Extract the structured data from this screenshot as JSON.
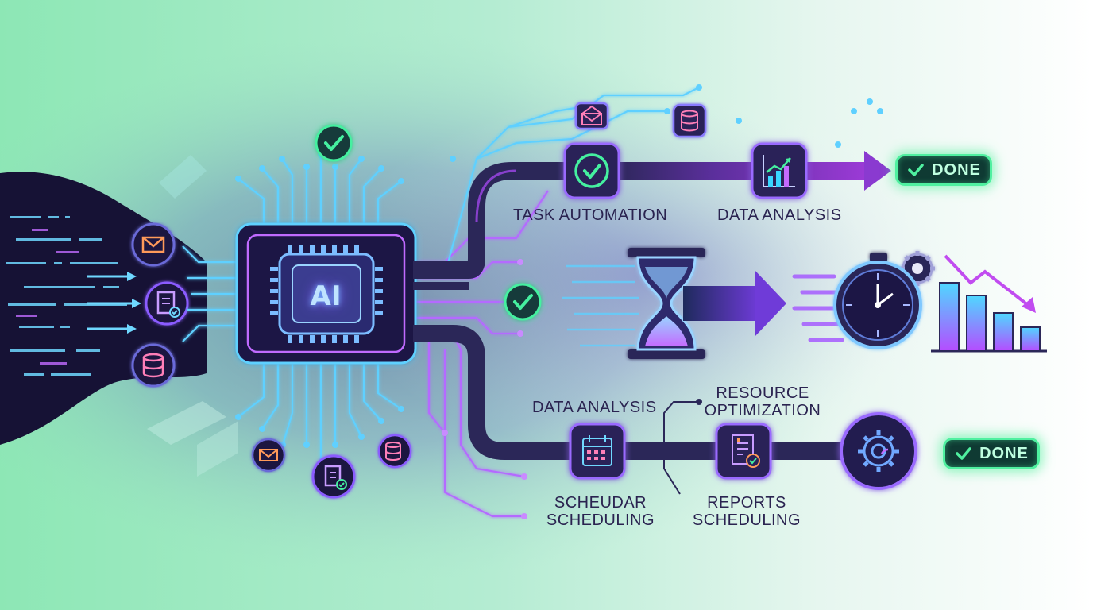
{
  "chip": {
    "label": "AI"
  },
  "labels": {
    "task_automation": "TASK AUTOMATION",
    "data_analysis_top": "DATA ANALYSIS",
    "data_analysis_bottom": "DATA ANALYSIS",
    "resource_optimization": [
      "RESOURCE",
      "OPTIMIZATION"
    ],
    "scheudar_scheduling": [
      "SCHEUDAR",
      "SCHEDULING"
    ],
    "reports_scheduling": [
      "REPORTS",
      "SCHEDULING"
    ]
  },
  "badges": {
    "done_top": "DONE",
    "done_bottom": "DONE"
  },
  "icons": {
    "inputs": [
      "mail-icon",
      "document-check-icon",
      "database-icon"
    ],
    "chip_bottom": [
      "mail-icon",
      "document-check-icon",
      "database-lock-icon"
    ],
    "floating": [
      "check-circle-icon",
      "check-circle-icon"
    ],
    "top_branch": [
      "envelope-open-icon",
      "database-icon"
    ],
    "top_flow": [
      "check-circle-icon",
      "bar-chart-up-icon"
    ],
    "middle_flow": [
      "hourglass-icon",
      "arrow-right-icon",
      "stopwatch-gear-icon",
      "bar-chart-down-icon"
    ],
    "bottom_flow": [
      "calendar-icon",
      "report-check-icon",
      "gear-cycle-icon"
    ]
  },
  "colors": {
    "bg_left": "#8ee8b8",
    "bg_right": "#ffffff",
    "dark": "#171233",
    "purple": "#9b4dff",
    "cyan": "#38d6ff",
    "green": "#3ff09a"
  }
}
